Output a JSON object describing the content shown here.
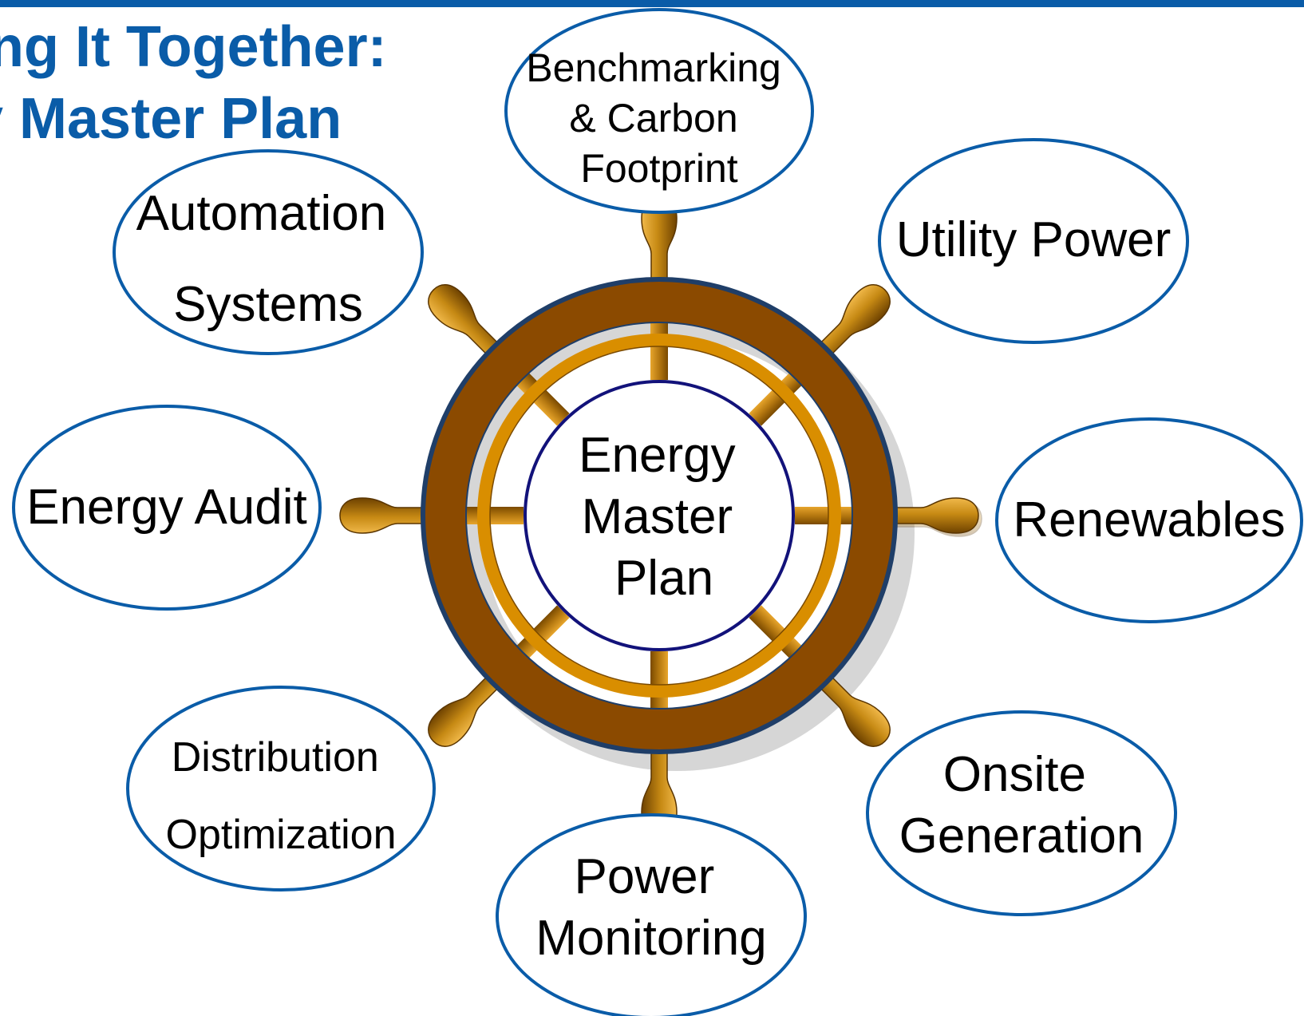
{
  "title": {
    "line1": "ging It Together:",
    "line2": "gy Master Plan"
  },
  "hub": {
    "lines": [
      "Energy",
      "Master",
      "Plan"
    ]
  },
  "nodes": [
    {
      "id": "benchmarking",
      "lines": [
        "Benchmarking",
        "& Carbon",
        "Footprint"
      ]
    },
    {
      "id": "utility-power",
      "lines": [
        "Utility Power"
      ]
    },
    {
      "id": "renewables",
      "lines": [
        "Renewables"
      ]
    },
    {
      "id": "onsite-generation",
      "lines": [
        "Onsite",
        "Generation"
      ]
    },
    {
      "id": "power-monitoring",
      "lines": [
        "Power",
        "Monitoring"
      ]
    },
    {
      "id": "distribution-optimization",
      "lines": [
        "Distribution",
        "Optimization"
      ]
    },
    {
      "id": "energy-audit",
      "lines": [
        "Energy Audit"
      ]
    },
    {
      "id": "automation-systems",
      "lines": [
        "Automation",
        "Systems"
      ]
    }
  ],
  "colors": {
    "title": "#0a5ca8",
    "ellipse_stroke": "#0a5ca8",
    "wheel_rim": "#8b4a00",
    "wheel_inner_ring": "#d98e00",
    "hub_stroke": "#12127a",
    "handle": "#c78a14"
  }
}
